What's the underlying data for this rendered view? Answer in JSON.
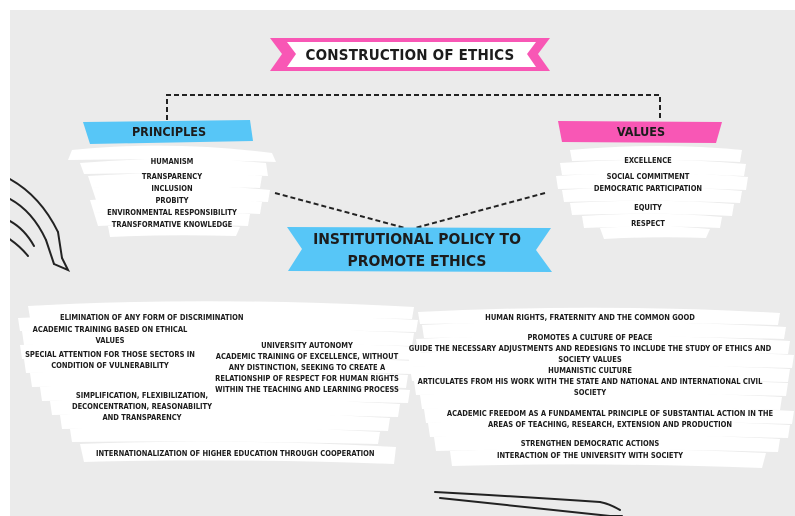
{
  "title": "CONSTRUCTION OF ETHICS",
  "principles": {
    "header": "PRINCIPLES",
    "items": [
      "HUMANISM",
      "TRANSPARENCY",
      "INCLUSION",
      "PROBITY",
      "ENVIRONMENTAL RESPONSIBILITY",
      "TRANSFORMATIVE KNOWLEDGE"
    ]
  },
  "values": {
    "header": "VALUES",
    "items": [
      "EXCELLENCE",
      "SOCIAL COMMITMENT",
      "DEMOCRATIC PARTICIPATION",
      "EQUITY",
      "RESPECT"
    ]
  },
  "policy": "INSTITUTIONAL POLICY TO PROMOTE ETHICS",
  "left_policies": {
    "discrimination": "ELIMINATION OF ANY FORM OF DISCRIMINATION",
    "ethical_training": "ACADEMIC TRAINING BASED ON ETHICAL VALUES",
    "vulnerable": "SPECIAL ATTENTION FOR THOSE SECTORS IN CONDITION OF VULNERABILITY",
    "autonomy": "UNIVERSITY AUTONOMY",
    "excellence_training": "ACADEMIC TRAINING OF EXCELLENCE, WITHOUT ANY DISTINCTION, SEEKING TO CREATE A RELATIONSHIP OF RESPECT FOR HUMAN RIGHTS WITHIN THE TEACHING AND LEARNING PROCESS",
    "simplification": "SIMPLIFICATION, FLEXIBILIZATION, DECONCENTRATION, REASONABILITY AND TRANSPARENCY",
    "internationalization": "INTERNATIONALIZATION OF HIGHER EDUCATION THROUGH COOPERATION"
  },
  "right_policies": {
    "human_rights": "HUMAN RIGHTS, FRATERNITY AND THE COMMON GOOD",
    "peace": "PROMOTES A CULTURE OF PEACE",
    "adjustments": "GUIDE THE NECESSARY ADJUSTMENTS AND REDESIGNS TO INCLUDE THE STUDY OF ETHICS AND SOCIETY VALUES",
    "humanistic": "HUMANISTIC CULTURE",
    "articulates": "ARTICULATES FROM HIS WORK WITH THE STATE AND NATIONAL AND INTERNATIONAL CIVIL SOCIETY",
    "freedom": "ACADEMIC FREEDOM AS A FUNDAMENTAL PRINCIPLE OF SUBSTANTIAL ACTION IN THE AREAS OF TEACHING, RESEARCH, EXTENSION AND PRODUCTION",
    "democratic": "STRENGTHEN DEMOCRATIC ACTIONS",
    "interaction": "INTERACTION OF THE UNIVERSITY WITH SOCIETY"
  },
  "colors": {
    "pink": "#f857b5",
    "blue": "#57c6f7",
    "paper": "#ebebeb",
    "brush": "#ffffff",
    "ink": "#1c1c1c"
  }
}
